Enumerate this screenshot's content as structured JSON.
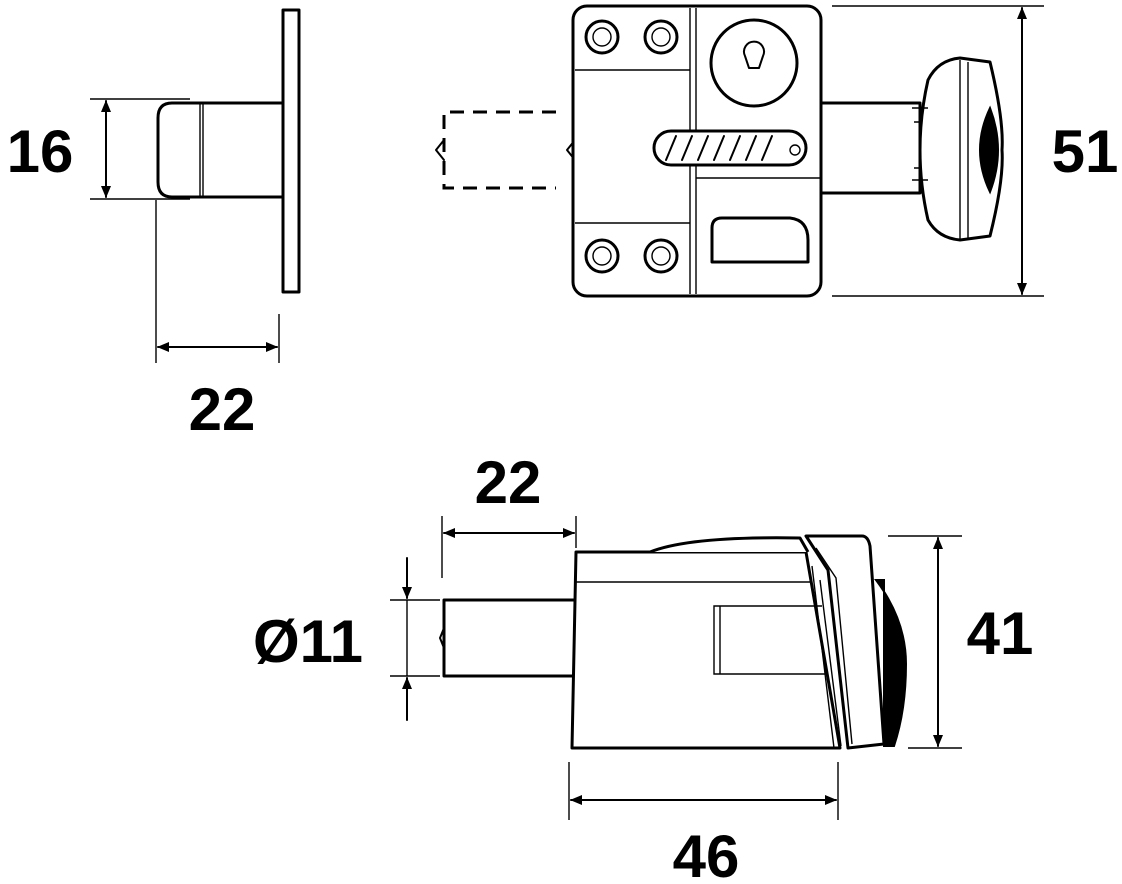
{
  "dimensions": {
    "keep_height": "16",
    "keep_depth": "22",
    "lock_height": "51",
    "bolt_throw": "22",
    "bolt_diameter": "Ø11",
    "side_height": "41",
    "body_depth": "46"
  }
}
